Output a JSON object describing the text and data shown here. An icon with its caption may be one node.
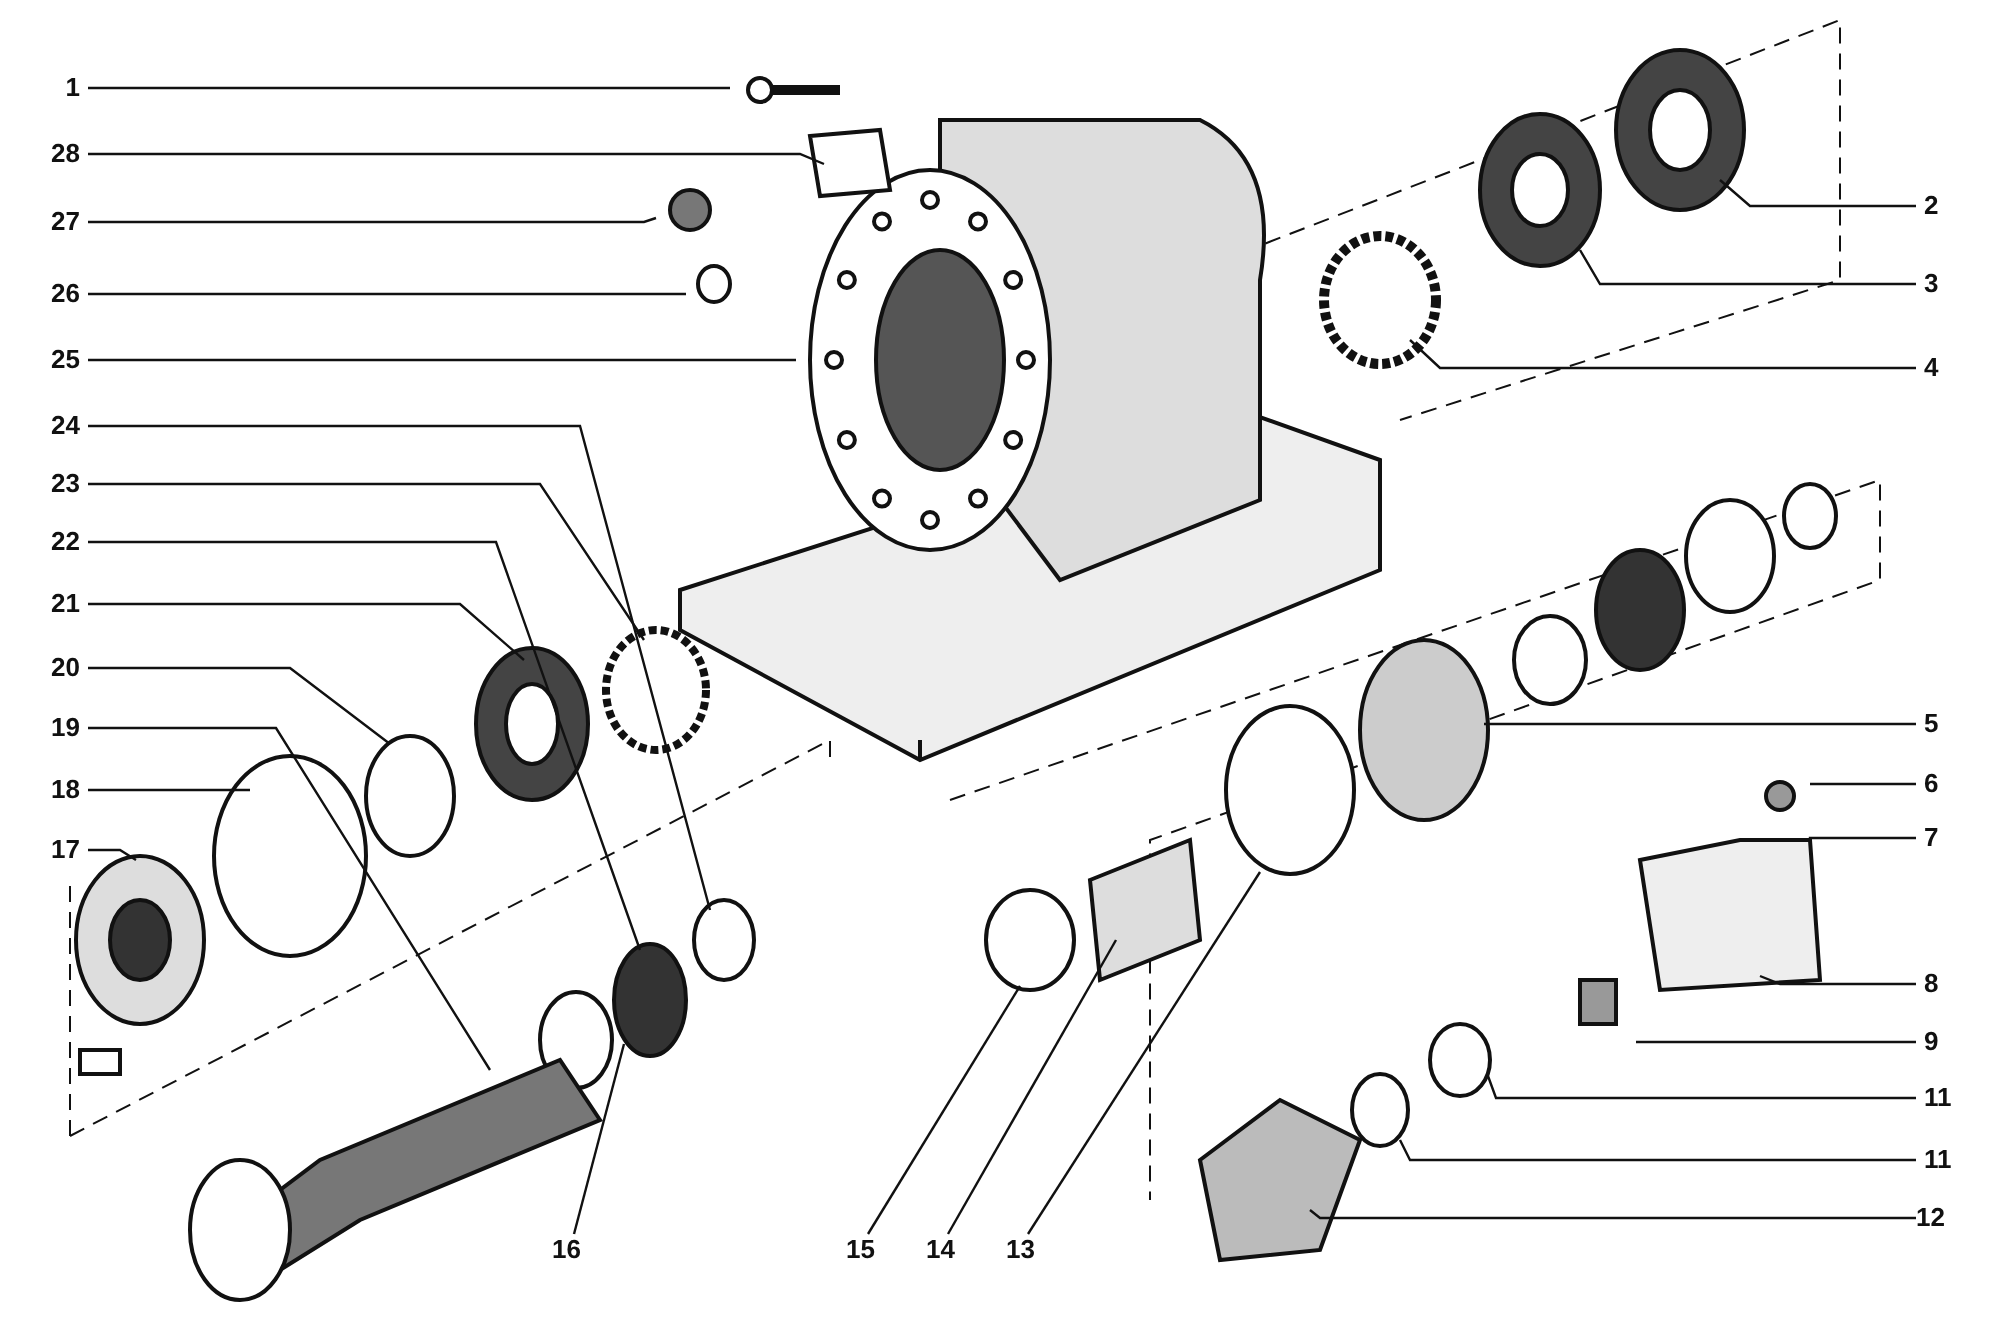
{
  "diagram": {
    "nodes": [
      {
        "text": [
          "1"
        ]
      },
      {
        "text": [
          "28"
        ]
      },
      {
        "text": [
          "27"
        ]
      },
      {
        "text": [
          "26"
        ]
      },
      {
        "text": [
          "25"
        ]
      },
      {
        "text": [
          "24"
        ]
      },
      {
        "text": [
          "23"
        ]
      },
      {
        "text": [
          "22"
        ]
      },
      {
        "text": [
          "21"
        ]
      },
      {
        "text": [
          "20"
        ]
      },
      {
        "text": [
          "19"
        ]
      },
      {
        "text": [
          "18"
        ]
      },
      {
        "text": [
          "17"
        ]
      },
      {
        "text": [
          "2"
        ]
      },
      {
        "text": [
          "3"
        ]
      },
      {
        "text": [
          "4"
        ]
      },
      {
        "text": [
          "5"
        ]
      },
      {
        "text": [
          "6"
        ]
      },
      {
        "text": [
          "7"
        ]
      },
      {
        "text": [
          "8"
        ]
      },
      {
        "text": [
          "9"
        ]
      },
      {
        "text": [
          "11"
        ]
      },
      {
        "text": [
          "11"
        ]
      },
      {
        "text": [
          "12"
        ]
      },
      {
        "text": [
          "16"
        ]
      },
      {
        "text": [
          "15"
        ]
      },
      {
        "text": [
          "14"
        ]
      },
      {
        "text": [
          "13"
        ]
      }
    ],
    "edges": [
      {
        "from": 0,
        "to": null,
        "arrow": "none"
      },
      {
        "from": 1,
        "to": null,
        "arrow": "none"
      },
      {
        "from": 2,
        "to": null,
        "arrow": "none"
      },
      {
        "from": 3,
        "to": null,
        "arrow": "none"
      },
      {
        "from": 4,
        "to": null,
        "arrow": "none"
      },
      {
        "from": 5,
        "to": null,
        "arrow": "none"
      },
      {
        "from": 6,
        "to": null,
        "arrow": "none"
      },
      {
        "from": 7,
        "to": null,
        "arrow": "none"
      },
      {
        "from": 8,
        "to": null,
        "arrow": "none"
      },
      {
        "from": 9,
        "to": null,
        "arrow": "none"
      },
      {
        "from": 10,
        "to": null,
        "arrow": "none"
      },
      {
        "from": 11,
        "to": null,
        "arrow": "none"
      },
      {
        "from": 12,
        "to": null,
        "arrow": "none"
      },
      {
        "from": 13,
        "to": null,
        "arrow": "none"
      },
      {
        "from": 14,
        "to": null,
        "arrow": "none"
      },
      {
        "from": 15,
        "to": null,
        "arrow": "none"
      },
      {
        "from": 16,
        "to": null,
        "arrow": "none"
      },
      {
        "from": 17,
        "to": null,
        "arrow": "none"
      },
      {
        "from": 18,
        "to": null,
        "arrow": "none"
      },
      {
        "from": 19,
        "to": null,
        "arrow": "none"
      },
      {
        "from": 20,
        "to": null,
        "arrow": "none"
      },
      {
        "from": 21,
        "to": null,
        "arrow": "none"
      },
      {
        "from": 22,
        "to": null,
        "arrow": "none"
      },
      {
        "from": 23,
        "to": null,
        "arrow": "none"
      },
      {
        "from": 24,
        "to": null,
        "arrow": "none"
      },
      {
        "from": 25,
        "to": null,
        "arrow": "none"
      },
      {
        "from": 26,
        "to": null,
        "arrow": "none"
      },
      {
        "from": 27,
        "to": null,
        "arrow": "none"
      }
    ]
  }
}
